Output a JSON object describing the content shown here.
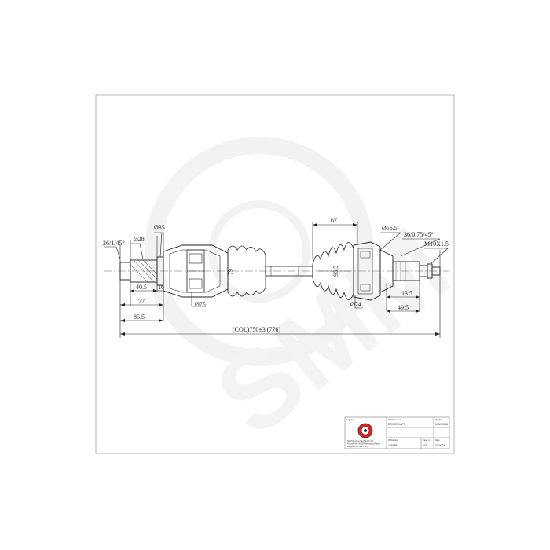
{
  "drawing": {
    "dims": {
      "thread_chamfer": "26/1/45°",
      "d28": "Ø28",
      "d35": "Ø35",
      "l40_5": "40.5",
      "l16": "16",
      "l77": "77",
      "l85_5": "85.5",
      "d75": "Ø75",
      "total": "(COL)750±3 (776)",
      "l67": "67",
      "d56_5": "Ø56.5",
      "d74": "Ø74",
      "spline": "36/0.75/45°",
      "m10": "M10X1.5",
      "l13_5": "13.5",
      "l49_5": "49.5",
      "d79": "79",
      "d96_5": "96.5"
    }
  },
  "title_block": {
    "h_logo": "Logotyp",
    "h_product": "Product name",
    "h_symbol": "Symbol",
    "product_name": "DRIVESHAFT",
    "symbol": "NSWV388",
    "company_lines": [
      "SMM-Węgrzyn Mechanizm Zał.",
      "Pogodna 46, 00-669 Warszawa Poland",
      "info@smm.pl, smm.nrs.pl"
    ],
    "h_id": "ID Number",
    "h_page": "Page nr",
    "h_date": "Date",
    "id_number": "1654882",
    "page": "001",
    "date": "03/2023"
  }
}
